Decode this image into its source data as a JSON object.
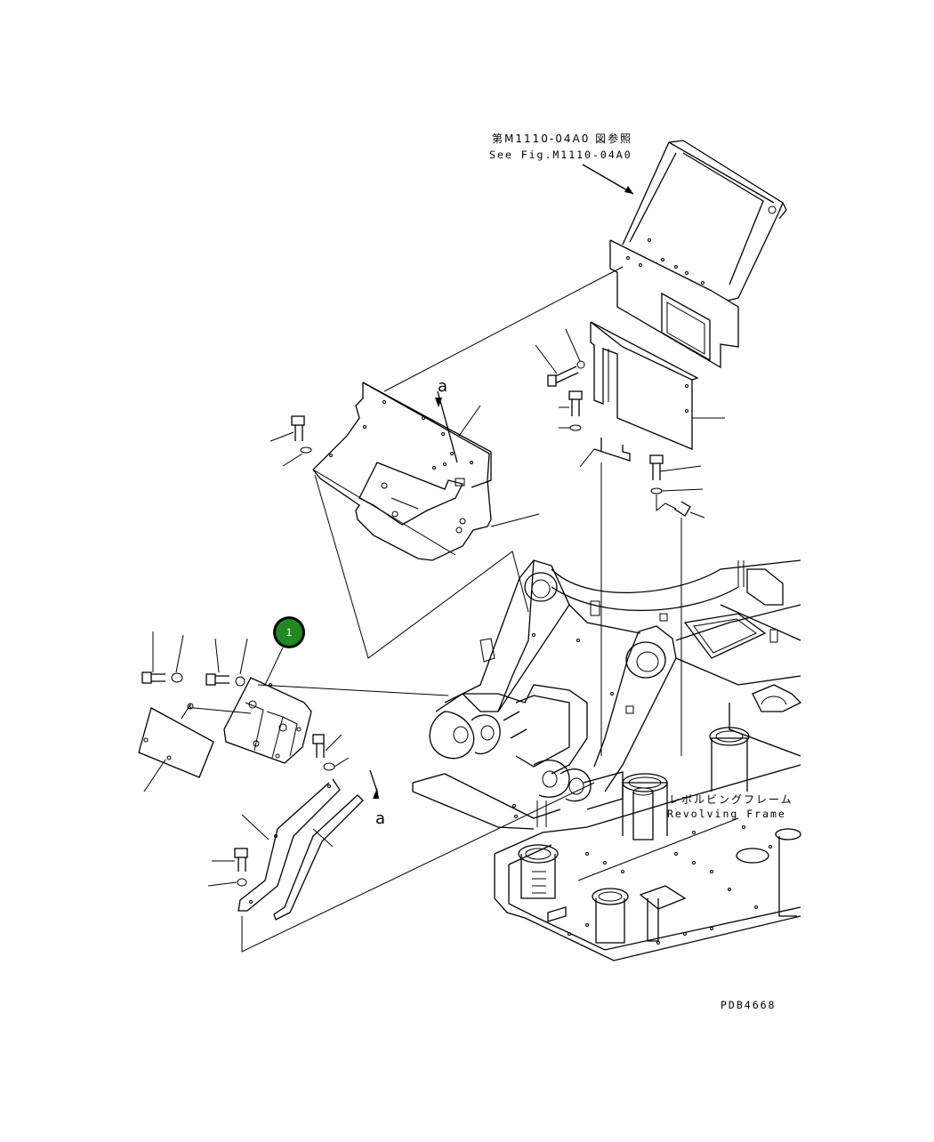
{
  "reference": {
    "japanese": "第M1110-04A0 図参照",
    "english": "See Fig.M1110-04A0"
  },
  "frame_label": {
    "japanese": "レボルビングフレーム",
    "english": "Revolving Frame"
  },
  "view_marker_top": "a",
  "view_marker_bottom": "a",
  "callout": {
    "number": "1",
    "color": "#1f8a1f"
  },
  "drawing_code": "PDB4668"
}
